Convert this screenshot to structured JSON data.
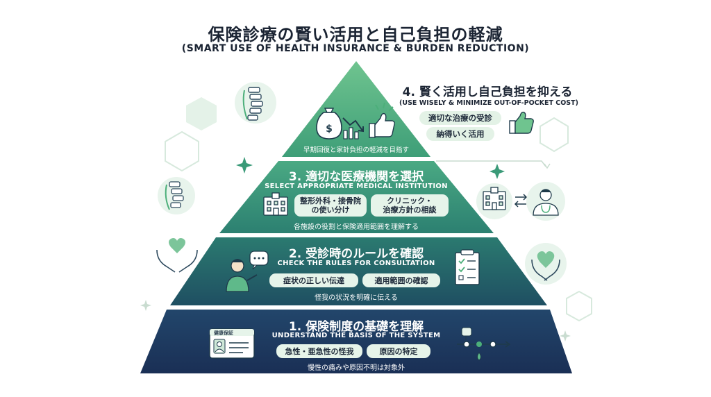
{
  "title": "保険診療の賢い活用と自己負担の軽減",
  "subtitle": "(SMART USE OF HEALTH INSURANCE & BURDEN REDUCTION)",
  "levels": {
    "four": {
      "title": "4. 賢く活用し自己負担を抑える",
      "en": "(USE WISELY & MINIMIZE OUT-OF-POCKET COST)",
      "items": [
        "適切な治療の受診",
        "納得いく活用"
      ],
      "note": "早期回復と家計負担の軽減を目指す"
    },
    "three": {
      "title": "3. 適切な医療機関を選択",
      "en": "SELECT APPROPRIATE MEDICAL INSTITUTION",
      "item1_line1": "整形外科・接骨院",
      "item1_line2": "の使い分け",
      "item2_line1": "クリニック・",
      "item2_line2": "治療方針の相談",
      "note": "各施設の役割と保険適用範囲を理解する"
    },
    "two": {
      "title": "2. 受診時のルールを確認",
      "en": "CHECK THE RULES FOR CONSULTATION",
      "items": [
        "症状の正しい伝達",
        "適用範囲の確認"
      ],
      "note": "怪我の状況を明確に伝える"
    },
    "one": {
      "title": "1. 保険制度の基礎を理解",
      "en": "UNDERSTAND THE BASIS OF THE SYSTEM",
      "items": [
        "急性・亜急性の怪我",
        "原因の特定"
      ],
      "note": "慢性の痛みや原因不明は対象外",
      "card_label": "健康保証"
    }
  },
  "colors": {
    "level4": "#55b07e",
    "level3": "#3a9a78",
    "level2": "#236a6c",
    "level1": "#1e3c64",
    "accent": "#4caf7a",
    "pill": "#e6f4ea"
  },
  "icons": [
    "money-bag-icon",
    "downtrend-arrow-icon",
    "thumbs-up-icon",
    "hospital-icon",
    "doctor-icon",
    "person-speaking-icon",
    "checklist-icon",
    "insurance-card-icon",
    "timeline-icon",
    "spine-icon",
    "heart-hands-icon",
    "sparkle-icon",
    "hexagon-icon",
    "exchange-arrows-icon"
  ]
}
